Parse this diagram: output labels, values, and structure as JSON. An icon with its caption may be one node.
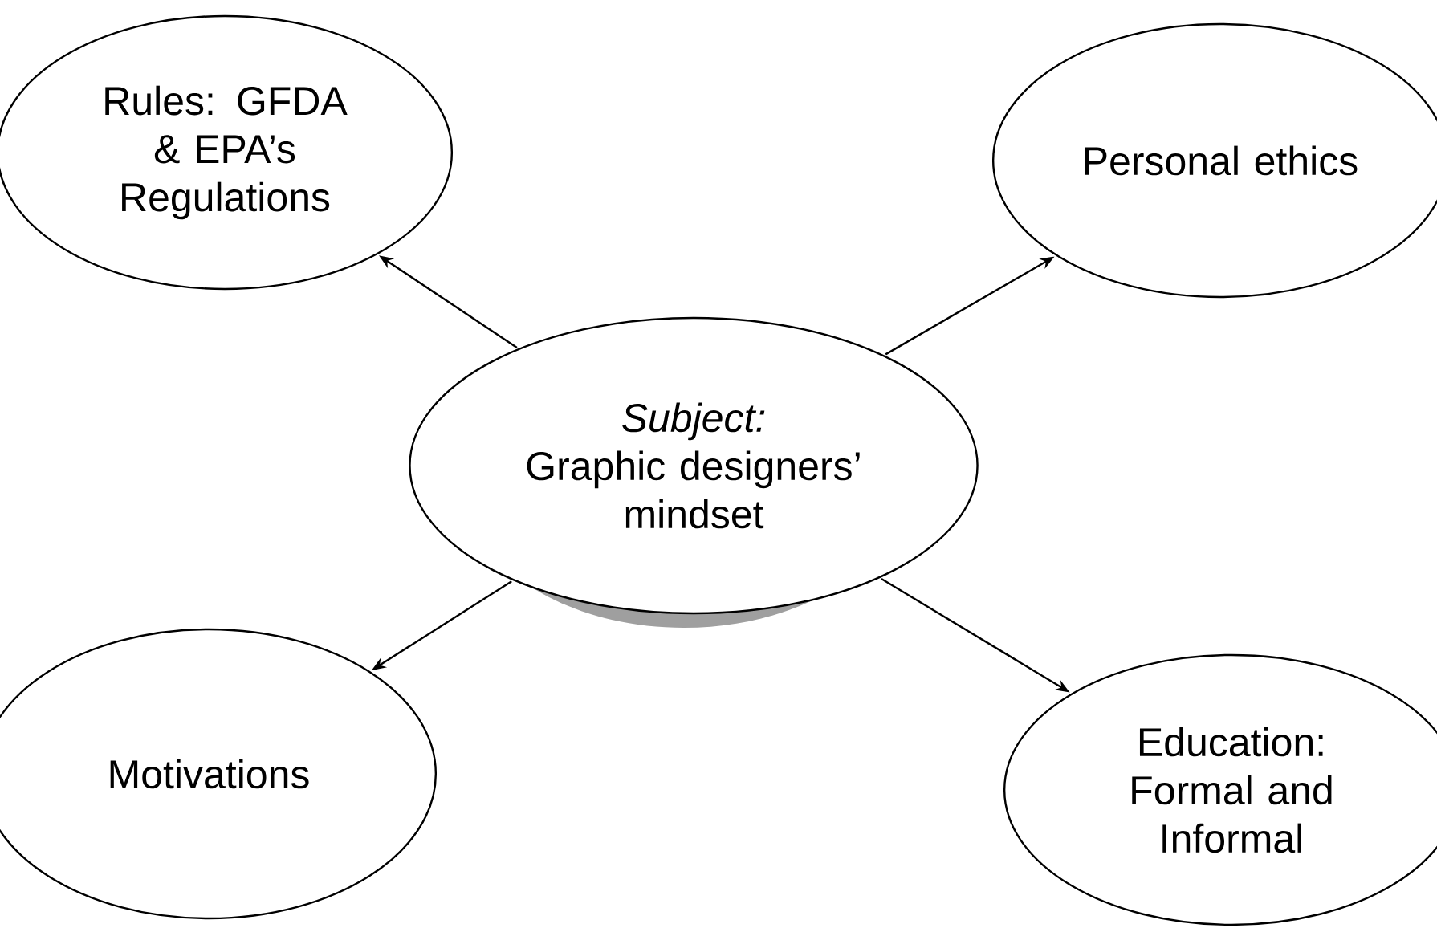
{
  "diagram": {
    "nodes": [
      {
        "text": [
          "Subject:",
          "Graphic designers’ mindset"
        ]
      },
      {
        "text": [
          "Rules: GFDA & EPA’s Regulations"
        ]
      },
      {
        "text": [
          "Personal ethics"
        ]
      },
      {
        "text": [
          "Motivations"
        ]
      },
      {
        "text": [
          "Education: Formal and Informal"
        ]
      }
    ],
    "edges": [
      {
        "from": 0,
        "to": 1,
        "arrow": "to"
      },
      {
        "from": 0,
        "to": 2,
        "arrow": "to"
      },
      {
        "from": 0,
        "to": 3,
        "arrow": "to"
      },
      {
        "from": 0,
        "to": 4,
        "arrow": "to"
      }
    ]
  }
}
